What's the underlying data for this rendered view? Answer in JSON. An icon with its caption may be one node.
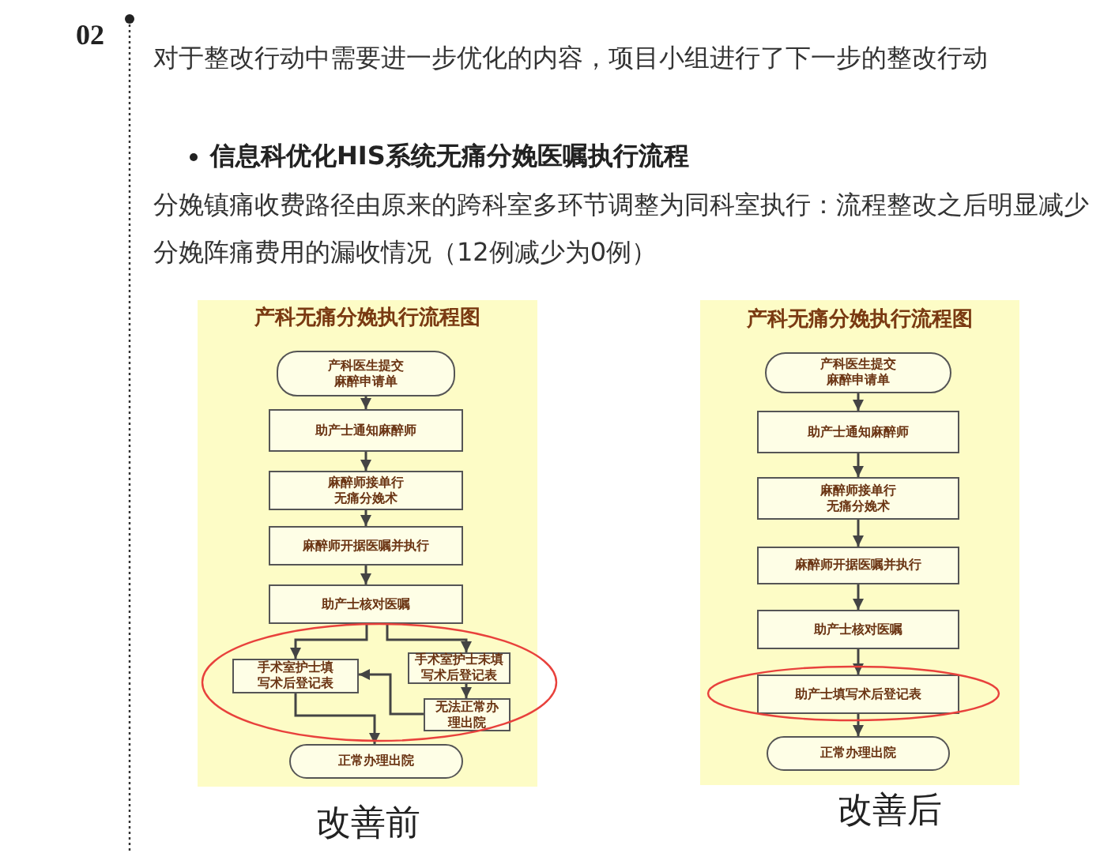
{
  "diagram": {
    "nodes": [
      {
        "text": [
          "产科无痛分娩执行流程图"
        ],
        "beside": [
          "改善前"
        ]
      },
      {
        "text": [
          "产科医生提交麻醉申请单"
        ],
        "in": 0
      },
      {
        "text": [
          "助产士通知麻醉师"
        ],
        "in": 0
      },
      {
        "text": [
          "麻醉师接单行无痛分娩术"
        ],
        "in": 0
      },
      {
        "text": [
          "麻醉师开据医嘱并执行"
        ],
        "in": 0
      },
      {
        "text": [
          "助产士核对医嘱"
        ],
        "in": 0
      },
      {
        "text": [
          "手术室护士填写术后登记表"
        ],
        "in": 0
      },
      {
        "text": [
          "手术室护士未填写术后登记表"
        ],
        "in": 0
      },
      {
        "text": [
          "无法正常办理出院"
        ],
        "in": 0
      },
      {
        "text": [
          "正常办理出院"
        ],
        "in": 0
      },
      {
        "text": [
          "产科无痛分娩执行流程图"
        ],
        "beside": [
          "改善后"
        ]
      },
      {
        "text": [
          "产科医生提交麻醉申请单"
        ],
        "in": 10
      },
      {
        "text": [
          "助产士通知麻醉师"
        ],
        "in": 10
      },
      {
        "text": [
          "麻醉师接单行无痛分娩术"
        ],
        "in": 10
      },
      {
        "text": [
          "麻醉师开据医嘱并执行"
        ],
        "in": 10
      },
      {
        "text": [
          "助产士核对医嘱"
        ],
        "in": 10
      },
      {
        "text": [
          "助产士填写术后登记表"
        ],
        "in": 10
      },
      {
        "text": [
          "正常办理出院"
        ],
        "in": 10
      }
    ],
    "edges": [
      {
        "from": 1,
        "to": 2,
        "arrow": "to"
      },
      {
        "from": 2,
        "to": 3,
        "arrow": "to"
      },
      {
        "from": 3,
        "to": 4,
        "arrow": "to"
      },
      {
        "from": 4,
        "to": 5,
        "arrow": "to"
      },
      {
        "from": 5,
        "to": 6,
        "arrow": "to"
      },
      {
        "from": 5,
        "to": 7,
        "arrow": "to"
      },
      {
        "from": 7,
        "to": 8,
        "arrow": "to"
      },
      {
        "from": 8,
        "to": 6,
        "arrow": "to"
      },
      {
        "from": 6,
        "to": 9,
        "arrow": "to"
      },
      {
        "from": 11,
        "to": 12,
        "arrow": "to"
      },
      {
        "from": 12,
        "to": 13,
        "arrow": "to"
      },
      {
        "from": 13,
        "to": 14,
        "arrow": "to"
      },
      {
        "from": 14,
        "to": 15,
        "arrow": "to"
      },
      {
        "from": 15,
        "to": 16,
        "arrow": "to"
      },
      {
        "from": 16,
        "to": 17,
        "arrow": "to"
      }
    ],
    "labels": [
      "02",
      "对于整改行动中需要进一步优化的内容，项目小组进行了下一步的整改行动",
      "信息科优化HIS系统无痛分娩医嘱执行流程",
      "分娩镇痛收费路径由原来的跨科室多环节调整为同科室执行：流程整改之后明显减少分娩阵痛费用的漏收情况（12例减少为0例）"
    ]
  }
}
